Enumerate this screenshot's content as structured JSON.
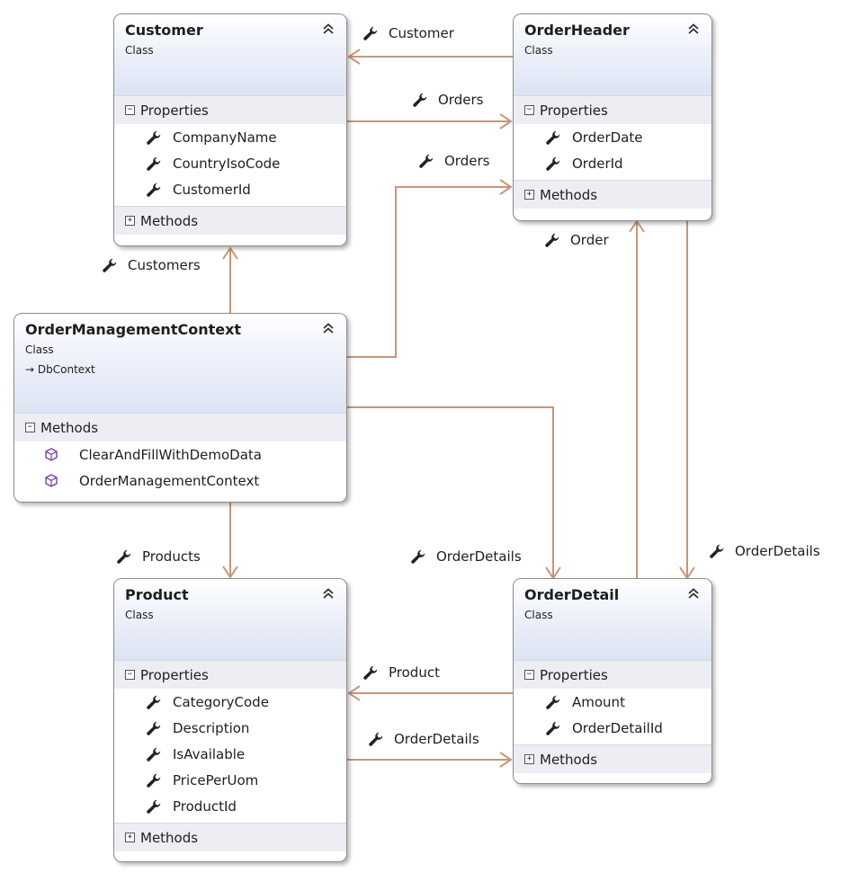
{
  "classes": {
    "customer": {
      "name": "Customer",
      "kind": "Class",
      "compartments": {
        "properties": "Properties",
        "methods": "Methods"
      },
      "properties": [
        "CompanyName",
        "CountryIsoCode",
        "CustomerId"
      ]
    },
    "order_header": {
      "name": "OrderHeader",
      "kind": "Class",
      "compartments": {
        "properties": "Properties",
        "methods": "Methods"
      },
      "properties": [
        "OrderDate",
        "OrderId"
      ]
    },
    "context": {
      "name": "OrderManagementContext",
      "kind": "Class",
      "base": "DbContext",
      "compartments": {
        "methods": "Methods"
      },
      "methods": [
        "ClearAndFillWithDemoData",
        "OrderManagementContext"
      ]
    },
    "product": {
      "name": "Product",
      "kind": "Class",
      "compartments": {
        "properties": "Properties",
        "methods": "Methods"
      },
      "properties": [
        "CategoryCode",
        "Description",
        "IsAvailable",
        "PricePerUom",
        "ProductId"
      ]
    },
    "order_detail": {
      "name": "OrderDetail",
      "kind": "Class",
      "compartments": {
        "properties": "Properties",
        "methods": "Methods"
      },
      "properties": [
        "Amount",
        "OrderDetailId"
      ]
    }
  },
  "associations": {
    "orderheader_customer": "Customer",
    "customer_orders": "Orders",
    "context_orders": "Orders",
    "orderdetail_order": "Order",
    "context_customers": "Customers",
    "context_products": "Products",
    "context_orderdetails": "OrderDetails",
    "orderheader_orderdetails": "OrderDetails",
    "orderdetail_product": "Product",
    "product_orderdetails": "OrderDetails"
  },
  "colors": {
    "connector": "#c9957a",
    "method_icon": "#7b3fa8",
    "header_gradient_end": "#dde3f3",
    "compartment_bg": "#eceef4"
  }
}
